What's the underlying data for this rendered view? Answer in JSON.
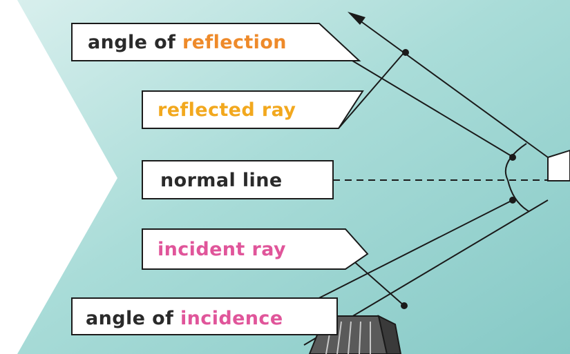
{
  "colors": {
    "text_dark": "#2a2a2a",
    "accent_orange": "#ee8a2a",
    "accent_yellow": "#f2a81e",
    "accent_pink": "#e0559a",
    "background_teal": "#9fd6d2"
  },
  "labels": {
    "angle_of_reflection": {
      "prefix": "angle of ",
      "highlight": "reflection"
    },
    "reflected_ray": {
      "text": "reflected ray"
    },
    "normal_line": {
      "text": "normal line"
    },
    "incident_ray": {
      "text": "incident ray"
    },
    "angle_of_incidence": {
      "prefix": "angle of ",
      "highlight": "incidence"
    }
  },
  "icons": {
    "mirror": "mirror-icon",
    "torch": "torch-icon",
    "arrow": "arrowhead-icon"
  }
}
